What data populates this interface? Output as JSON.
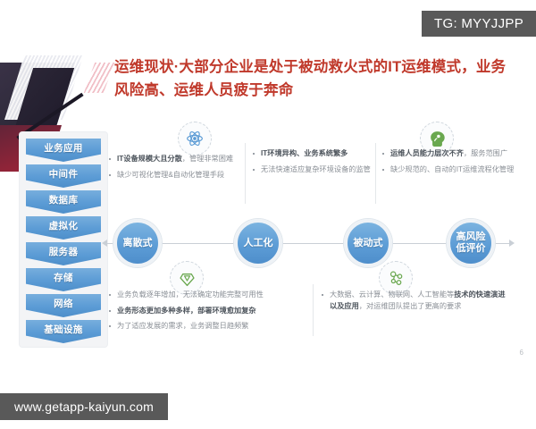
{
  "slide": {
    "page_number": "6",
    "title": "运维现状·大部分企业是处于被动救火式的IT运维模式，业务风险高、运维人员疲于奔命",
    "accent_red": "#c0392b",
    "accent_blue": "#5b9bd5",
    "accent_green": "#6aa84f",
    "watermark_bg": "#595959"
  },
  "stack": {
    "items": [
      {
        "label": "业务应用"
      },
      {
        "label": "中间件"
      },
      {
        "label": "数据库"
      },
      {
        "label": "虚拟化"
      },
      {
        "label": "服务器"
      },
      {
        "label": "存储"
      },
      {
        "label": "网络"
      },
      {
        "label": "基础设施"
      }
    ]
  },
  "flow": {
    "circles": [
      {
        "label": "离散式"
      },
      {
        "label": "人工化"
      },
      {
        "label": "被动式"
      },
      {
        "label": "高风险\n低评价",
        "line1": "高风险",
        "line2": "低评价"
      }
    ]
  },
  "icons": {
    "atom": "atom-icon",
    "brain": "brain-head-icon",
    "vue": "diamond-check-icon",
    "nodes": "network-nodes-icon"
  },
  "columns": {
    "top": [
      {
        "bullets": [
          {
            "strong": "IT设备规模大且分散",
            "rest": "，管理非常困难"
          },
          {
            "strong": "",
            "rest": "缺少可视化管理&自动化管理手段"
          }
        ]
      },
      {
        "bullets": [
          {
            "strong": "IT环境异构、业务系统繁多",
            "rest": ""
          },
          {
            "strong": "",
            "rest": "无法快速适应复杂环境设备的监管"
          }
        ]
      },
      {
        "bullets": [
          {
            "strong": "运维人员能力层次不齐",
            "rest": "，服务范围广"
          },
          {
            "strong": "",
            "rest": "缺少规范的、自动的IT运维流程化管理"
          }
        ]
      }
    ],
    "bottom": [
      {
        "bullets": [
          {
            "strong": "",
            "rest": "业务负载逐年增加，无法确定功能完整可用性"
          },
          {
            "strong": "业务形态更加多种多样，部署环境愈加复杂",
            "rest": ""
          },
          {
            "strong": "",
            "rest": "为了适应发展的需求，业务调整日趋频繁"
          }
        ]
      },
      {
        "bullets": [
          {
            "pre": "大数据、云计算、物联网、人工智能等",
            "strong": "技术的快速演进以及应用",
            "rest": "，对运维团队提出了更高的要求"
          }
        ]
      }
    ]
  },
  "watermarks": {
    "telegram": "TG: MYYJJPP",
    "url": "www.getapp-kaiyun.com"
  }
}
